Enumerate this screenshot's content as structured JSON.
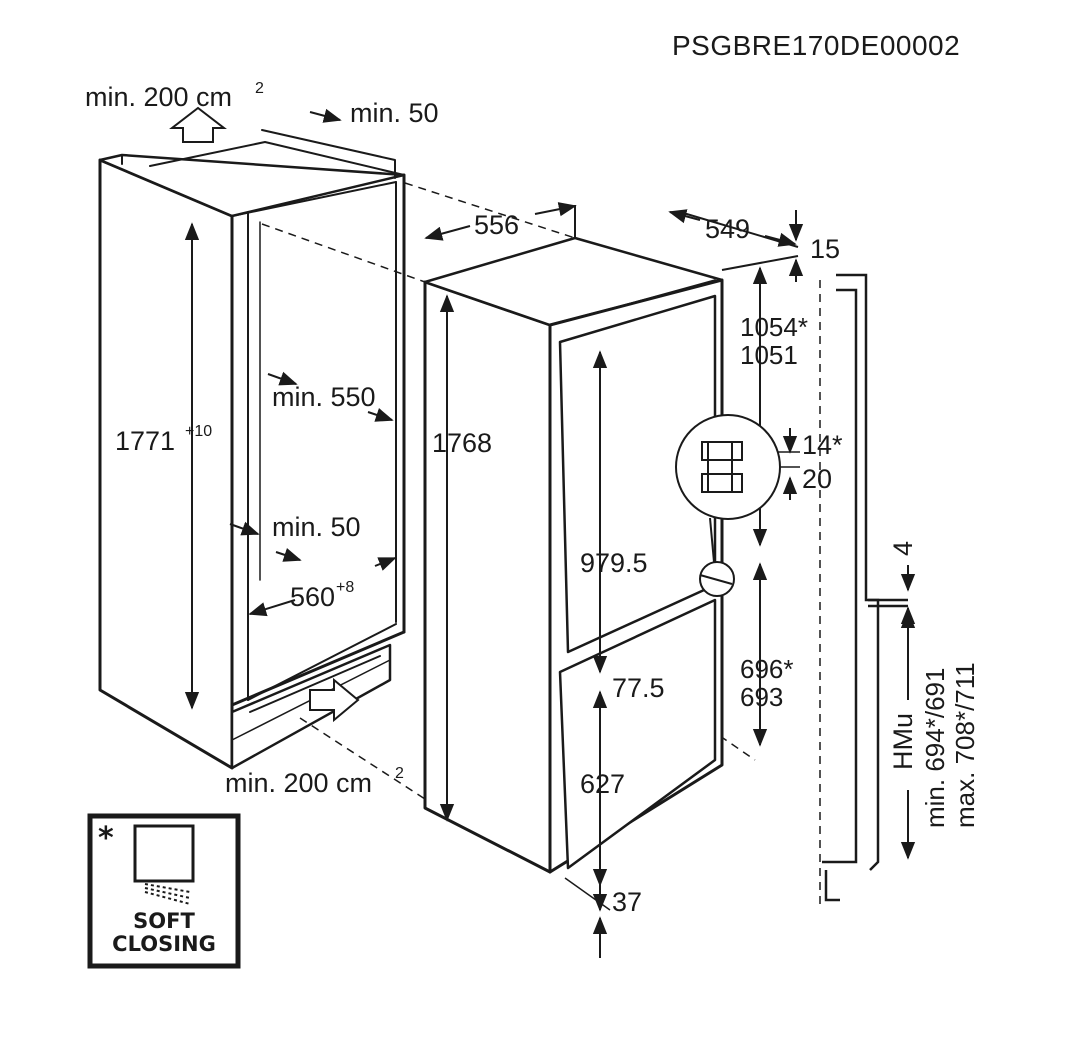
{
  "document_code": "PSGBRE170DE00002",
  "labels": {
    "vent_top": "min. 200 cm",
    "vent_top_sup": "2",
    "gap_top": "min. 50",
    "niche_height": "1771",
    "niche_height_sup": "+10",
    "niche_depth": "min. 550",
    "side_gap": "min. 50",
    "niche_width": "560",
    "niche_width_sup": "+8",
    "vent_bottom": "min. 200 cm",
    "vent_bottom_sup": "2",
    "appliance_width": "556",
    "appliance_depth": "549",
    "top_offset": "15",
    "appliance_height": "1768",
    "upper_door": "979.5",
    "lower_gap": "77.5",
    "lower_door": "627",
    "upper_hinge_star": "1054*",
    "upper_hinge": "1051",
    "hinge_a": "14*",
    "hinge_b": "20",
    "gap_4": "4",
    "lower_hinge_star": "696*",
    "lower_hinge": "693",
    "base_offset": "37",
    "hmu": "HMu",
    "hmu_min": "min. 694*/691",
    "hmu_max": "max. 708*/711"
  },
  "legend": {
    "marker": "*",
    "line1": "SOFT",
    "line2": "CLOSING"
  },
  "colors": {
    "ink": "#1a1a1a",
    "background": "#ffffff"
  }
}
